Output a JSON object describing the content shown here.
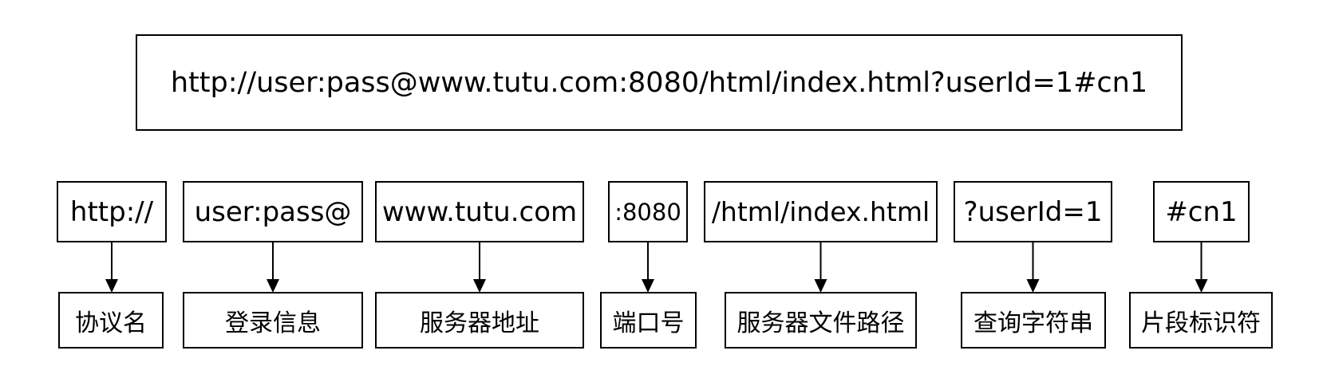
{
  "url": "http://user:pass@www.tutu.com:8080/html/index.html?userId=1#cn1",
  "segments": [
    {
      "part": "http://",
      "label": "协议名"
    },
    {
      "part": "user:pass@",
      "label": "登录信息"
    },
    {
      "part": "www.tutu.com",
      "label": "服务器地址"
    },
    {
      "part": ":8080",
      "label": "端口号"
    },
    {
      "part": "/html/index.html",
      "label": "服务器文件路径"
    },
    {
      "part": "?userId=1",
      "label": "查询字符串"
    },
    {
      "part": "#cn1",
      "label": "片段标识符"
    }
  ]
}
